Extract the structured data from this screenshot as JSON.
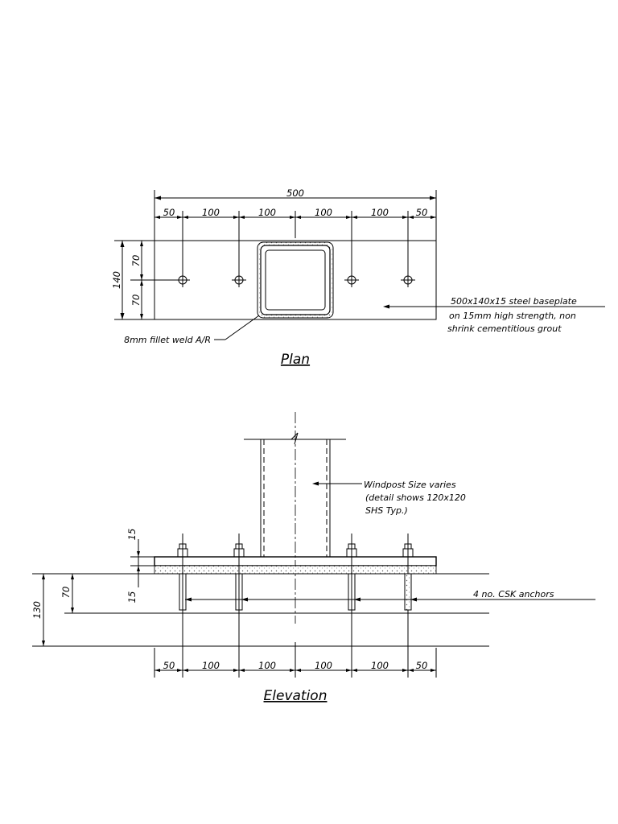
{
  "plan": {
    "title": "Plan",
    "overall_dim": "500",
    "spacing_dims": [
      "50",
      "100",
      "100",
      "100",
      "100",
      "50"
    ],
    "height_dim": "140",
    "half_dims": [
      "70",
      "70"
    ],
    "baseplate_note": [
      "500x140x15 steel baseplate",
      "on 15mm high strength, non",
      "shrink cementitious grout"
    ],
    "weld_note": "8mm fillet weld A/R"
  },
  "elevation": {
    "title": "Elevation",
    "windpost_note": [
      "Windpost Size varies",
      "(detail shows 120x120",
      "SHS Typ.)"
    ],
    "anchor_note": "4 no. CSK anchors",
    "left_dims": [
      "15",
      "15",
      "70",
      "130"
    ],
    "spacing_dims": [
      "50",
      "100",
      "100",
      "100",
      "100",
      "50"
    ]
  }
}
